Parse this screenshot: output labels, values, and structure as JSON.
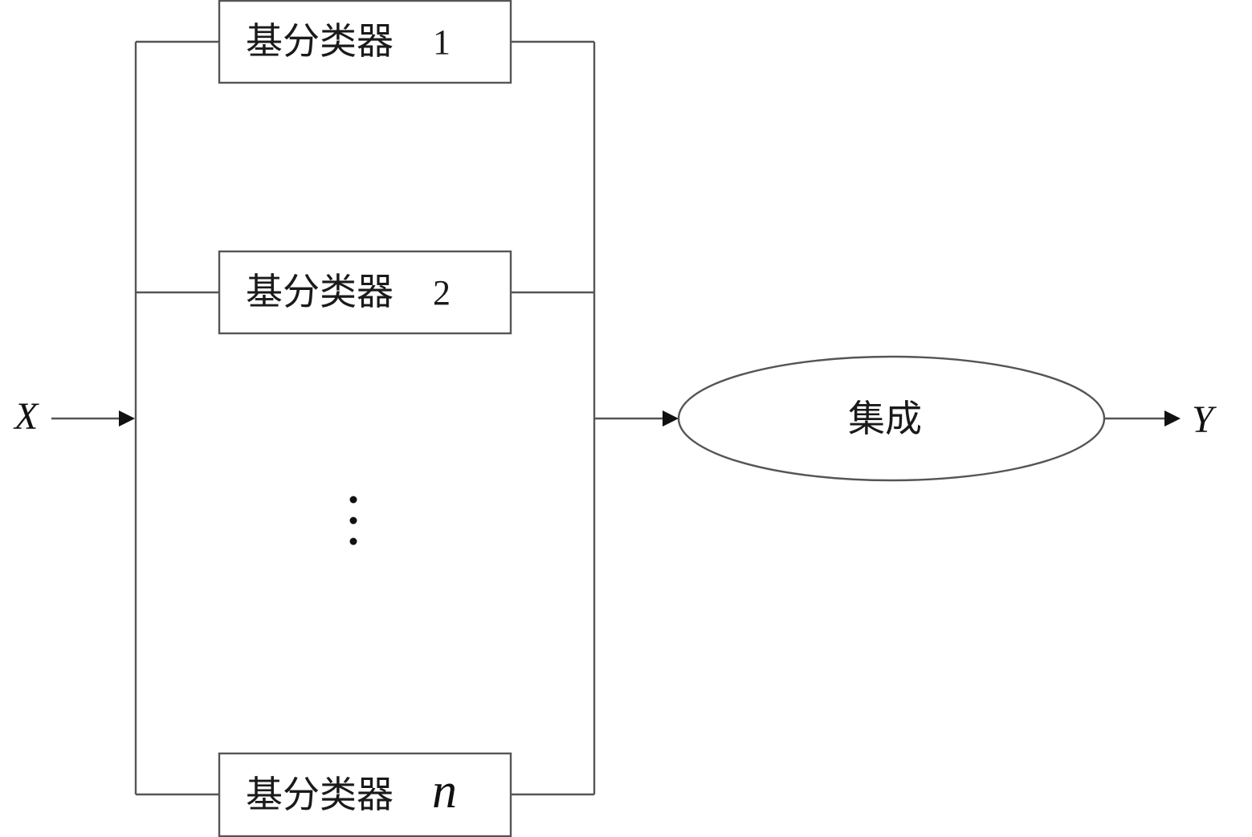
{
  "input": {
    "label": "X"
  },
  "output": {
    "label": "Y"
  },
  "classifiers": [
    {
      "name": "基分类器",
      "index": "1"
    },
    {
      "name": "基分类器",
      "index": "2"
    },
    {
      "name": "基分类器",
      "index": "n"
    }
  ],
  "ellipsis": "⋮",
  "ensemble": {
    "label": "集成"
  }
}
